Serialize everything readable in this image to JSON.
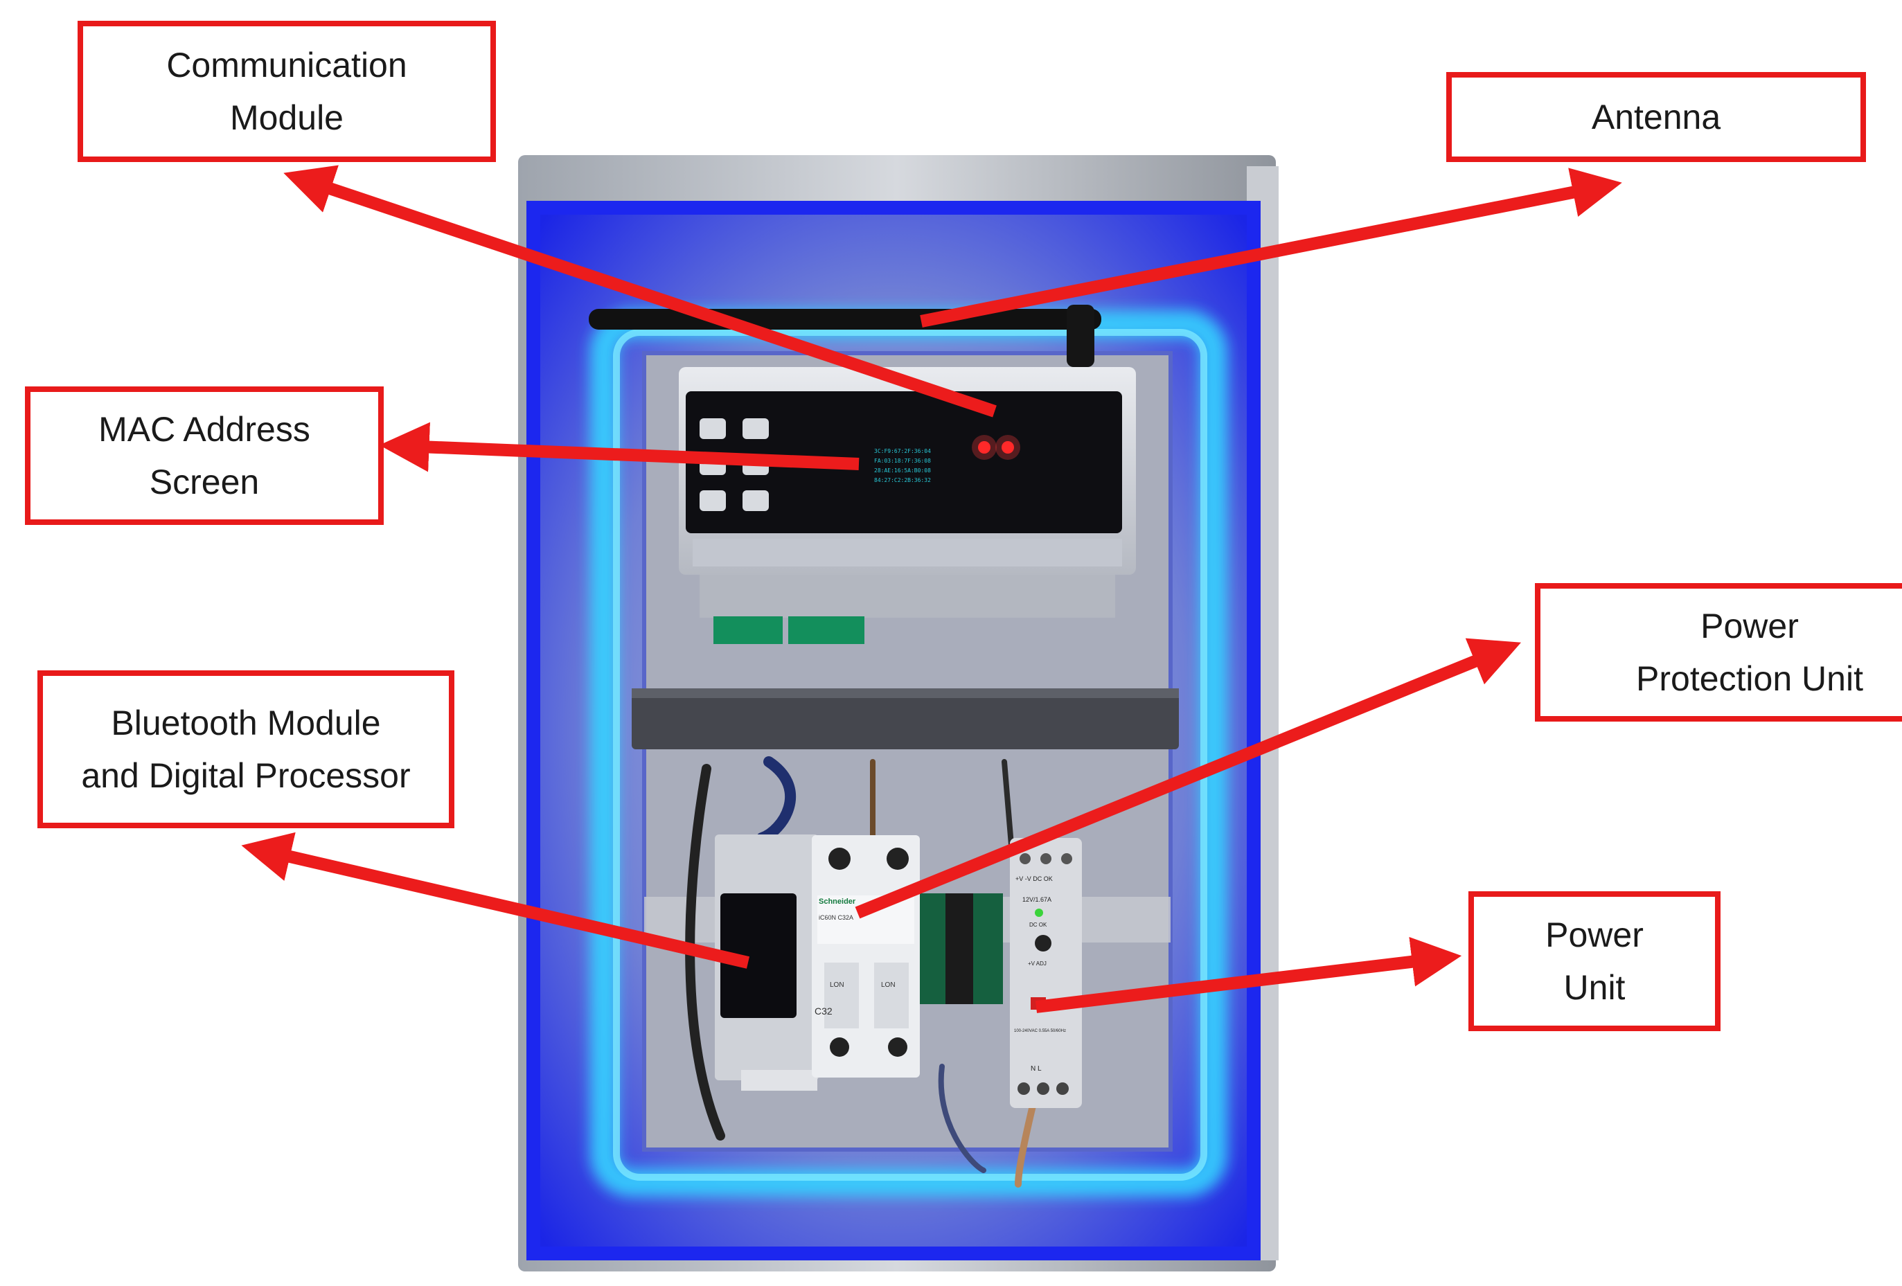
{
  "labels": {
    "communication_module": "Communication\nModule",
    "antenna": "Antenna",
    "mac_address_screen": "MAC Address\nScreen",
    "bluetooth_module": "Bluetooth Module\nand Digital Processor",
    "power_protection_unit": "Power\nProtection Unit",
    "power_unit": "Power\nUnit"
  },
  "device": {
    "mac_lines": [
      "3C:F9:67:2F:36:04",
      "FA:03:18:7F:36:08",
      "28:AE:16:5A:B0:08",
      "84:27:C2:2B:36:32"
    ],
    "breaker_brand": "Schneider",
    "breaker_model": "iC60N C32A",
    "breaker_rating": "C32",
    "breaker_pole_label": "LON",
    "psu_top": "+V -V DC OK",
    "psu_spec": "12V/1.67A",
    "psu_dcok": "DC OK",
    "psu_adj": "+V ADJ",
    "psu_input": "100-240VAC 0.55A 50/60Hz",
    "psu_terminals": "N  L"
  },
  "colors": {
    "label_border": "#e81a1a",
    "arrow": "#ec1c1c",
    "enclosure_glow": "#1a2cf5",
    "cyan_glow": "#36d2ff"
  }
}
